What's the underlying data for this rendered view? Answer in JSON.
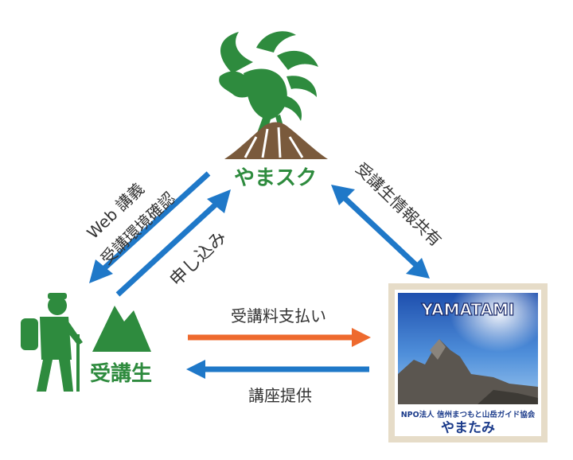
{
  "nodes": {
    "yamaskul": {
      "label": "やまスク"
    },
    "student": {
      "label": "受講生"
    },
    "yamatami": {
      "banner": "YAMATAMI",
      "org": "NPO法人 信州まつもと山岳ガイド協会",
      "name": "やまたみ"
    }
  },
  "edges": {
    "web_lecture_line1": "Web 講義",
    "web_lecture_line2": "受講環境確認",
    "apply": "申し込み",
    "share_info": "受講生情報共有",
    "pay_fee": "受講料支払い",
    "provide_course": "講座提供"
  },
  "colors": {
    "green": "#2e8b3e",
    "brown": "#7a5a3c",
    "blue": "#1f78c8",
    "orange": "#ee6a2e",
    "text": "#333333",
    "frame": "#e6dcc8"
  }
}
